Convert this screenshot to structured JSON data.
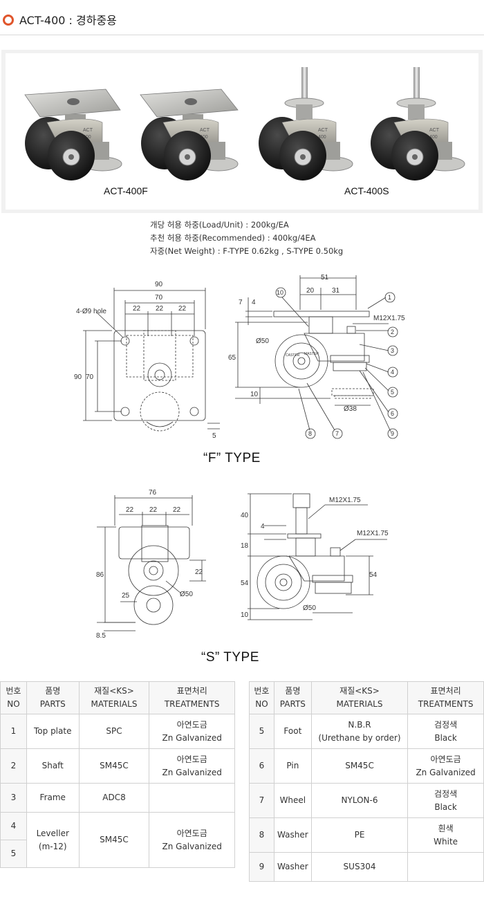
{
  "title": "ACT-400 : 경하중용",
  "photos": {
    "label_f": "ACT-400F",
    "label_s": "ACT-400S",
    "frame_text_top": "ACT",
    "frame_text_bottom": "400"
  },
  "specs": [
    "개당 허용 하중(Load/Unit) : 200kg/EA",
    "추천 허용 하중(Recommended) : 400kg/4EA",
    "자중(Net Weight) : F-TYPE 0.62kg , S-TYPE 0.50kg"
  ],
  "f_type": {
    "label": "“F” TYPE",
    "dims": {
      "w90": "90",
      "w70": "70",
      "d22a": "22",
      "d22b": "22",
      "d22c": "22",
      "h90": "90",
      "h70": "70",
      "holes": "4-Ø9 hole",
      "d5": "5",
      "d51": "51",
      "d20": "20",
      "d31": "31",
      "d7": "7",
      "d4": "4",
      "d65": "65",
      "d10": "10",
      "dia50": "Ø50",
      "dia38": "Ø38",
      "thread": "M12X1.75"
    },
    "callouts": [
      "1",
      "2",
      "3",
      "4",
      "5",
      "6",
      "7",
      "8",
      "9",
      "10"
    ],
    "wheel_text_a": "CASTER",
    "wheel_text_b": "MASTER"
  },
  "s_type": {
    "label": "“S” TYPE",
    "dims": {
      "w76": "76",
      "d22a": "22",
      "d22b": "22",
      "d22c": "22",
      "h86": "86",
      "d22side": "22",
      "d25": "25",
      "dia50": "Ø50",
      "d85": "8.5",
      "d40": "40",
      "d4": "4",
      "d18": "18",
      "d54a": "54",
      "d54b": "54",
      "d10": "10",
      "dia50b": "Ø50",
      "thread_top": "M12X1.75",
      "thread_side": "M12X1.75"
    }
  },
  "table_headers": {
    "no_ko": "번호",
    "no_en": "NO",
    "parts_ko": "품명",
    "parts_en": "PARTS",
    "mat_ko": "재질<KS>",
    "mat_en": "MATERIALS",
    "treat_ko": "표면처리",
    "treat_en": "TREATMENTS"
  },
  "table_left": [
    {
      "no": "1",
      "part": "Top plate",
      "material": "SPC",
      "treat_ko": "아연도금",
      "treat_en": "Zn Galvanized"
    },
    {
      "no": "2",
      "part": "Shaft",
      "material": "SM45C",
      "treat_ko": "아연도금",
      "treat_en": "Zn Galvanized"
    },
    {
      "no": "3",
      "part": "Frame",
      "material": "ADC8",
      "treat_ko": "",
      "treat_en": ""
    },
    {
      "no": "4",
      "no2": "5",
      "part_a": "Leveller",
      "part_b": "(m-12)",
      "material": "SM45C",
      "treat_ko": "아연도금",
      "treat_en": "Zn Galvanized"
    }
  ],
  "table_right": [
    {
      "no": "5",
      "part": "Foot",
      "mat_a": "N.B.R",
      "mat_b": "(Urethane by order)",
      "treat_ko": "검정색",
      "treat_en": "Black"
    },
    {
      "no": "6",
      "part": "Pin",
      "material": "SM45C",
      "treat_ko": "아연도금",
      "treat_en": "Zn Galvanized"
    },
    {
      "no": "7",
      "part": "Wheel",
      "material": "NYLON-6",
      "treat_ko": "검정색",
      "treat_en": "Black"
    },
    {
      "no": "8",
      "part": "Washer",
      "material": "PE",
      "treat_ko": "흰색",
      "treat_en": "White"
    },
    {
      "no": "9",
      "part": "Washer",
      "material": "SUS304",
      "treat_ko": "",
      "treat_en": ""
    }
  ],
  "colors": {
    "accent_ring": "#e0552b",
    "wheel": "#1c1c1c",
    "metal": "#b9b9b5",
    "table_border": "#d0d0d0",
    "header_bg": "#f7f7f7"
  }
}
